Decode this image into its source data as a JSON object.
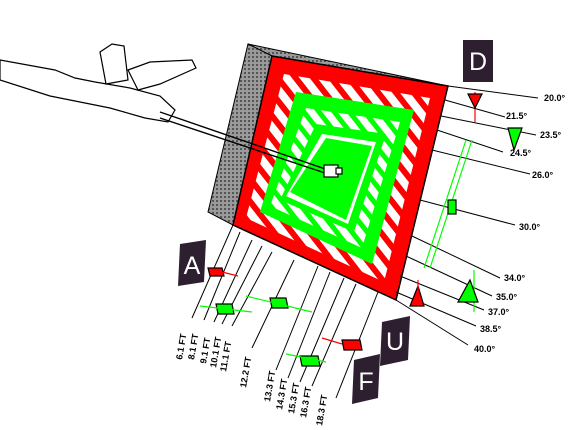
{
  "markers": {
    "d": "D",
    "a": "A",
    "u": "U",
    "f": "F"
  },
  "angle_scale": [
    "20.0°",
    "21.5°",
    "23.5°",
    "24.5°",
    "26.0°",
    "30.0°",
    "34.0°",
    "35.0°",
    "37.0°",
    "38.5°",
    "40.0°"
  ],
  "distance_scale": [
    "6.1 FT",
    "8.1 FT",
    "9.1 FT",
    "10.1 FT",
    "11.1 FT",
    "12.2 FT",
    "13.3 FT",
    "14.3 FT",
    "15.3 FT",
    "16.3 FT",
    "18.3 FT"
  ],
  "colors": {
    "red": "#ff0000",
    "green": "#00ff00",
    "gray": "#808080",
    "dark": "#2b1f2e",
    "marker_bg": "#2e1f30"
  }
}
